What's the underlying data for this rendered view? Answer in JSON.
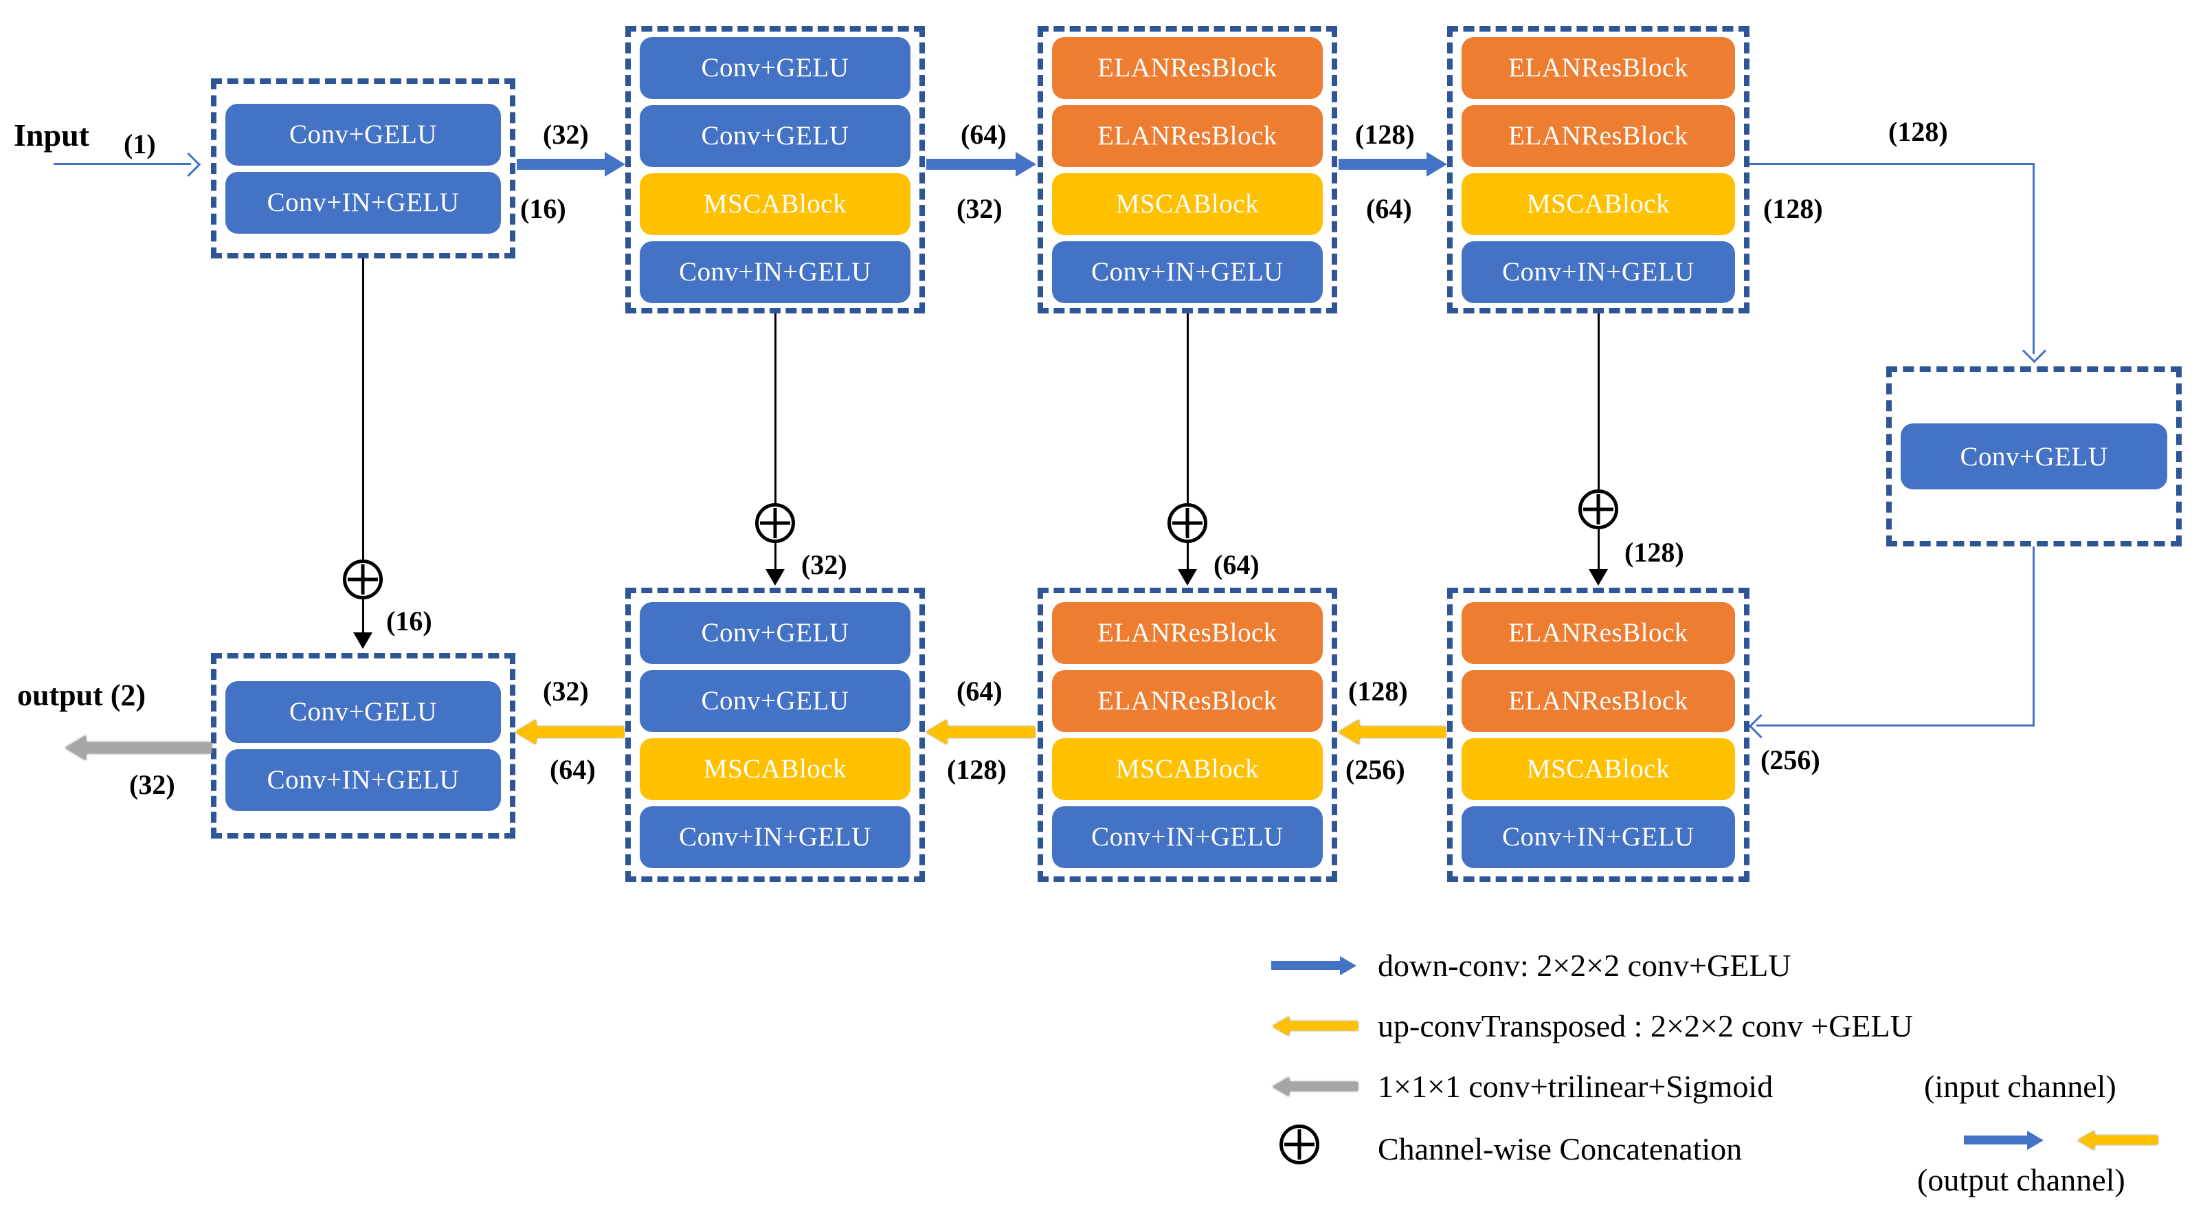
{
  "nodes": {
    "input": {
      "label": "Input",
      "channels": "(1)"
    },
    "output": {
      "label": "output (2)",
      "channels": "(32)"
    },
    "encoder1": {
      "blocks": [
        "Conv+GELU",
        "Conv+IN+GELU"
      ]
    },
    "encoder2": {
      "blocks": [
        "Conv+GELU",
        "Conv+GELU",
        "MSCABlock",
        "Conv+IN+GELU"
      ]
    },
    "encoder3": {
      "blocks": [
        "ELANResBlock",
        "ELANResBlock",
        "MSCABlock",
        "Conv+IN+GELU"
      ]
    },
    "encoder4": {
      "blocks": [
        "ELANResBlock",
        "ELANResBlock",
        "MSCABlock",
        "Conv+IN+GELU"
      ]
    },
    "bottleneck": {
      "blocks": [
        "Conv+GELU"
      ]
    },
    "decoder4": {
      "blocks": [
        "ELANResBlock",
        "ELANResBlock",
        "MSCABlock",
        "Conv+IN+GELU"
      ]
    },
    "decoder3": {
      "blocks": [
        "ELANResBlock",
        "ELANResBlock",
        "MSCABlock",
        "Conv+IN+GELU"
      ]
    },
    "decoder2": {
      "blocks": [
        "Conv+GELU",
        "Conv+GELU",
        "MSCABlock",
        "Conv+IN+GELU"
      ]
    },
    "decoder1": {
      "blocks": [
        "Conv+GELU",
        "Conv+IN+GELU"
      ]
    }
  },
  "edges": {
    "e1_e2": {
      "above": "(32)",
      "below": "(16)"
    },
    "e2_e3": {
      "above": "(64)",
      "below": "(32)"
    },
    "e3_e4": {
      "above": "(128)",
      "below": "(64)"
    },
    "e4_bottleneck": {
      "above": "(128)",
      "below": "(128)"
    },
    "bottleneck_d4": {
      "below": "(256)"
    },
    "d4_d3": {
      "above": "(128)",
      "below": "(256)"
    },
    "d3_d2": {
      "above": "(64)",
      "below": "(128)"
    },
    "d2_d1": {
      "above": "(32)",
      "below": "(64)"
    },
    "skip_c1": {
      "label": "(16)"
    },
    "skip_c2": {
      "label": "(32)"
    },
    "skip_c3": {
      "label": "(64)"
    },
    "skip_c4": {
      "label": "(128)"
    }
  },
  "legend": {
    "items": [
      {
        "symbol": "blue-right-arrow",
        "text": "down-conv: 2×2×2 conv+GELU"
      },
      {
        "symbol": "yellow-left-arrow",
        "text": "up-convTransposed : 2×2×2 conv +GELU"
      },
      {
        "symbol": "gray-left-arrow",
        "text": "1×1×1 conv+trilinear+Sigmoid"
      },
      {
        "symbol": "concat-circle",
        "text": "Channel-wise Concatenation"
      }
    ],
    "channel_note": {
      "input": "(input channel)",
      "output": "(output channel)"
    }
  },
  "colors": {
    "block_blue": "#4472C4",
    "block_orange": "#ED7D31",
    "block_yellow": "#FFC000",
    "box_border": "#2E5596",
    "arrow_blue": "#4472C4",
    "arrow_yellow": "#FFC000",
    "arrow_gray": "#A6A6A6"
  }
}
